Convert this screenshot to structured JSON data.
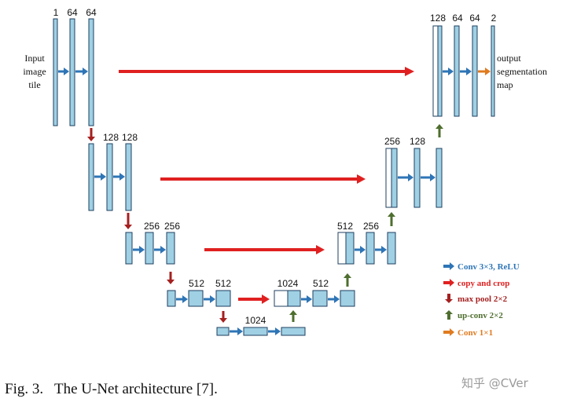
{
  "colors": {
    "feature_fill": "#9fd0e4",
    "feature_stroke": "#1f3f5f",
    "conv": "#2e75b6",
    "copy": "#e02020",
    "pool": "#a52020",
    "upconv": "#4e6e2e",
    "final": "#e07b20"
  },
  "labels": {
    "l1": [
      "1",
      "64",
      "64"
    ],
    "l2": [
      "128",
      "128"
    ],
    "l3": [
      "256",
      "256"
    ],
    "l4": [
      "512",
      "512"
    ],
    "l5": [
      "1024"
    ],
    "r4": [
      "1024",
      "512"
    ],
    "r3": [
      "512",
      "256"
    ],
    "r2": [
      "256",
      "128"
    ],
    "r1": [
      "128",
      "64",
      "64",
      "2"
    ]
  },
  "input_label": [
    "Input",
    "image",
    "tile"
  ],
  "output_label": [
    "output",
    "segmentation",
    "map"
  ],
  "legend": [
    {
      "icon": "conv",
      "text": "Conv 3×3, ReLU"
    },
    {
      "icon": "copy",
      "text": "copy and crop"
    },
    {
      "icon": "pool",
      "text": "max pool 2×2"
    },
    {
      "icon": "upconv",
      "text": "up-conv 2×2"
    },
    {
      "icon": "final",
      "text": "Conv 1×1"
    }
  ],
  "caption": "Fig. 3.   The U-Net architecture [7].",
  "watermark": "知乎 @CVer"
}
